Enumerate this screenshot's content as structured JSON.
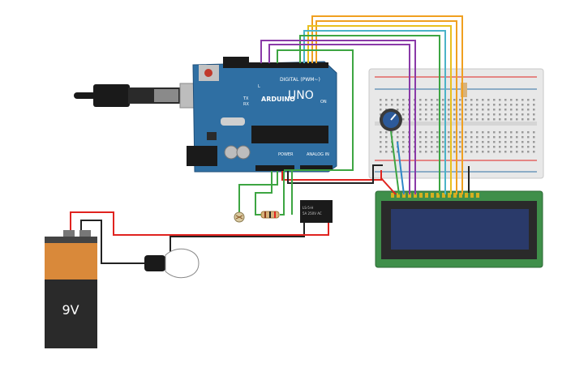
{
  "arduino": {
    "brand": "ARDUINO",
    "model": "UNO",
    "digital_label": "DIGITAL (PWM~)",
    "power_label": "POWER",
    "analog_label": "ANALOG IN",
    "tx_label": "TX",
    "rx_label": "RX",
    "l_label": "L",
    "on_label": "ON"
  },
  "battery": {
    "label": "9V"
  },
  "relay": {
    "text_line1": "LS-5-H",
    "text_line2": "5A 250V AC"
  },
  "colors": {
    "board_blue": "#2f6fa3",
    "breadboard": "#e8e8e8",
    "lcd_pcb": "#3f8f4a",
    "lcd_screen": "#2a3a6a",
    "wire_red": "#e0231f",
    "wire_black": "#222222",
    "wire_green": "#3da542",
    "wire_orange": "#f0a020",
    "wire_purple": "#8a3aa8",
    "wire_blue": "#2f86c8",
    "wire_cyan": "#4ab3c8",
    "wire_yellow": "#e8c020"
  }
}
